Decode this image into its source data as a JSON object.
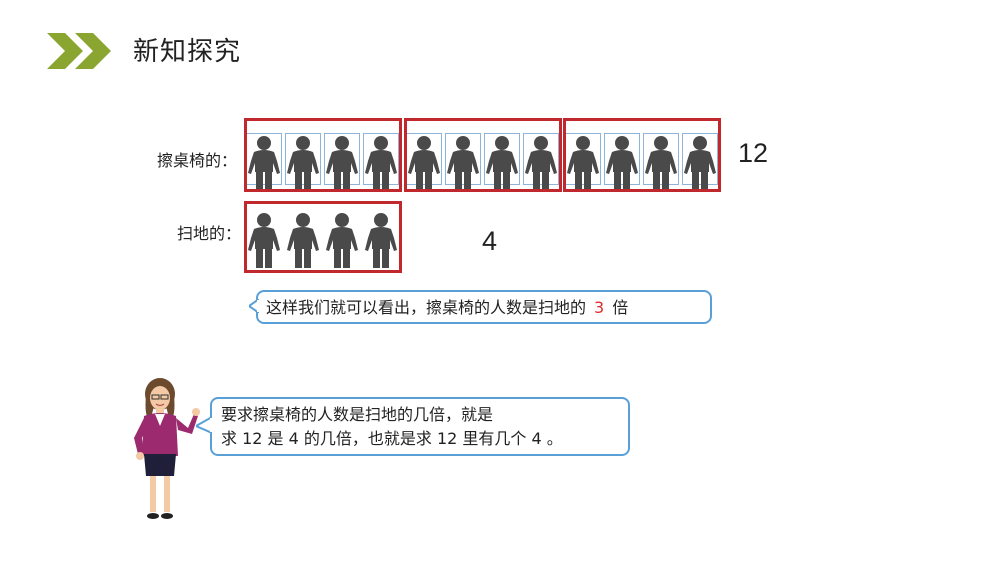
{
  "header": {
    "title": "新知探究",
    "arrow_color": "#8aa631"
  },
  "rows": [
    {
      "label": "擦桌椅的：",
      "groups": 3,
      "per_group": 4,
      "total": "12"
    },
    {
      "label": "扫地的：",
      "groups": 1,
      "per_group": 4,
      "total": "4"
    }
  ],
  "callout_1": {
    "prefix": "这样我们就可以看出，擦桌椅的人数是扫地的",
    "value": "3",
    "suffix": "倍"
  },
  "callout_2": {
    "line_1": "要求擦桌椅的人数是扫地的几倍，就是",
    "line_2": "求 12 是 4 的几倍，也就是求 12 里有几个 4 。"
  },
  "colors": {
    "group_border": "#c0282d",
    "cell_border": "#8fb3d9",
    "person_fill": "#4a4a4a",
    "bubble_border": "#5aa0d8",
    "highlight": "#e12b2b"
  },
  "icons": {
    "header": "double-chevron-right-icon",
    "person": "person-icon",
    "teacher": "teacher-illustration"
  }
}
